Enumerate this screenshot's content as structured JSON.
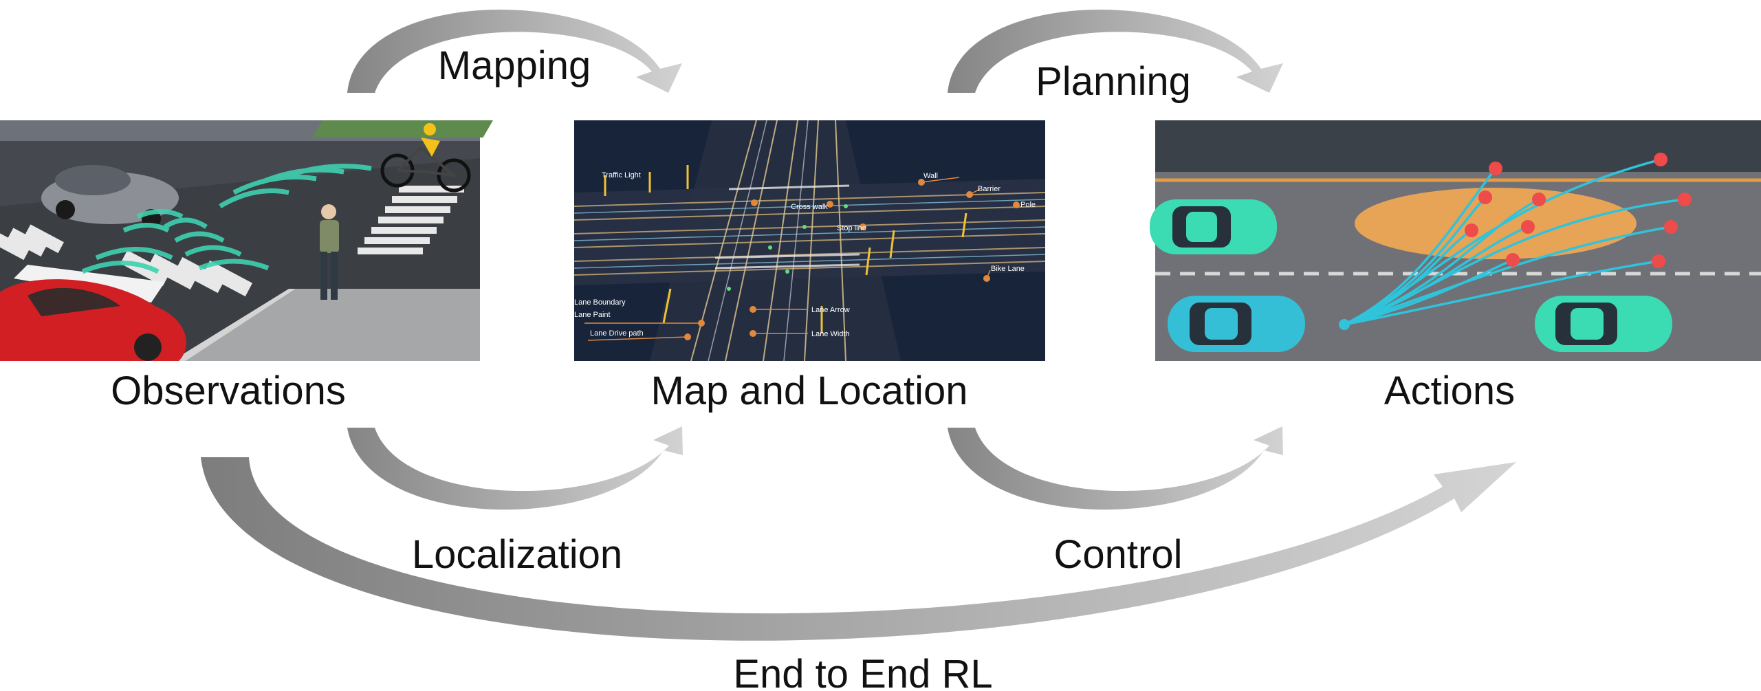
{
  "stages": {
    "observations": "Observations",
    "map_and_location": "Map and Location",
    "actions": "Actions"
  },
  "transitions": {
    "mapping": "Mapping",
    "planning": "Planning",
    "localization": "Localization",
    "control": "Control",
    "end_to_end": "End to End RL"
  },
  "map_annotations": {
    "traffic_light": "Traffic Light",
    "cross_walk": "Cross walk",
    "stop_line": "Stop line",
    "wall": "Wall",
    "barrier": "Barrier",
    "pole": "Pole",
    "bike_lane": "Bike Lane",
    "lane_boundary": "Lane Boundary",
    "lane_paint": "Lane Paint",
    "lane_drive_path": "Lane Drive path",
    "lane_arrow": "Lane Arrow",
    "lane_width": "Lane Width"
  },
  "colors": {
    "arrow_dark": "#8a8a8a",
    "arrow_light": "#cfcfcf",
    "sensor_teal": "#3fd1b0",
    "map_bg": "#18243a",
    "uncertainty_orange": "#e7a356",
    "trajectory_cyan": "#2fc4dc",
    "goal_red": "#ee4b4b"
  }
}
